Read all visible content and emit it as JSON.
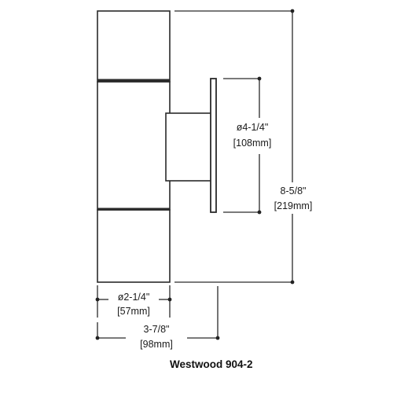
{
  "title": "Westwood 904-2",
  "dimensions": {
    "height": {
      "imperial": "8-5/8\"",
      "metric": "[219mm]"
    },
    "backplate_diameter": {
      "imperial": "ø4-1/4\"",
      "metric": "[108mm]"
    },
    "body_diameter": {
      "imperial": "ø2-1/4\"",
      "metric": "[57mm]"
    },
    "projection": {
      "imperial": "3-7/8\"",
      "metric": "[98mm]"
    }
  }
}
